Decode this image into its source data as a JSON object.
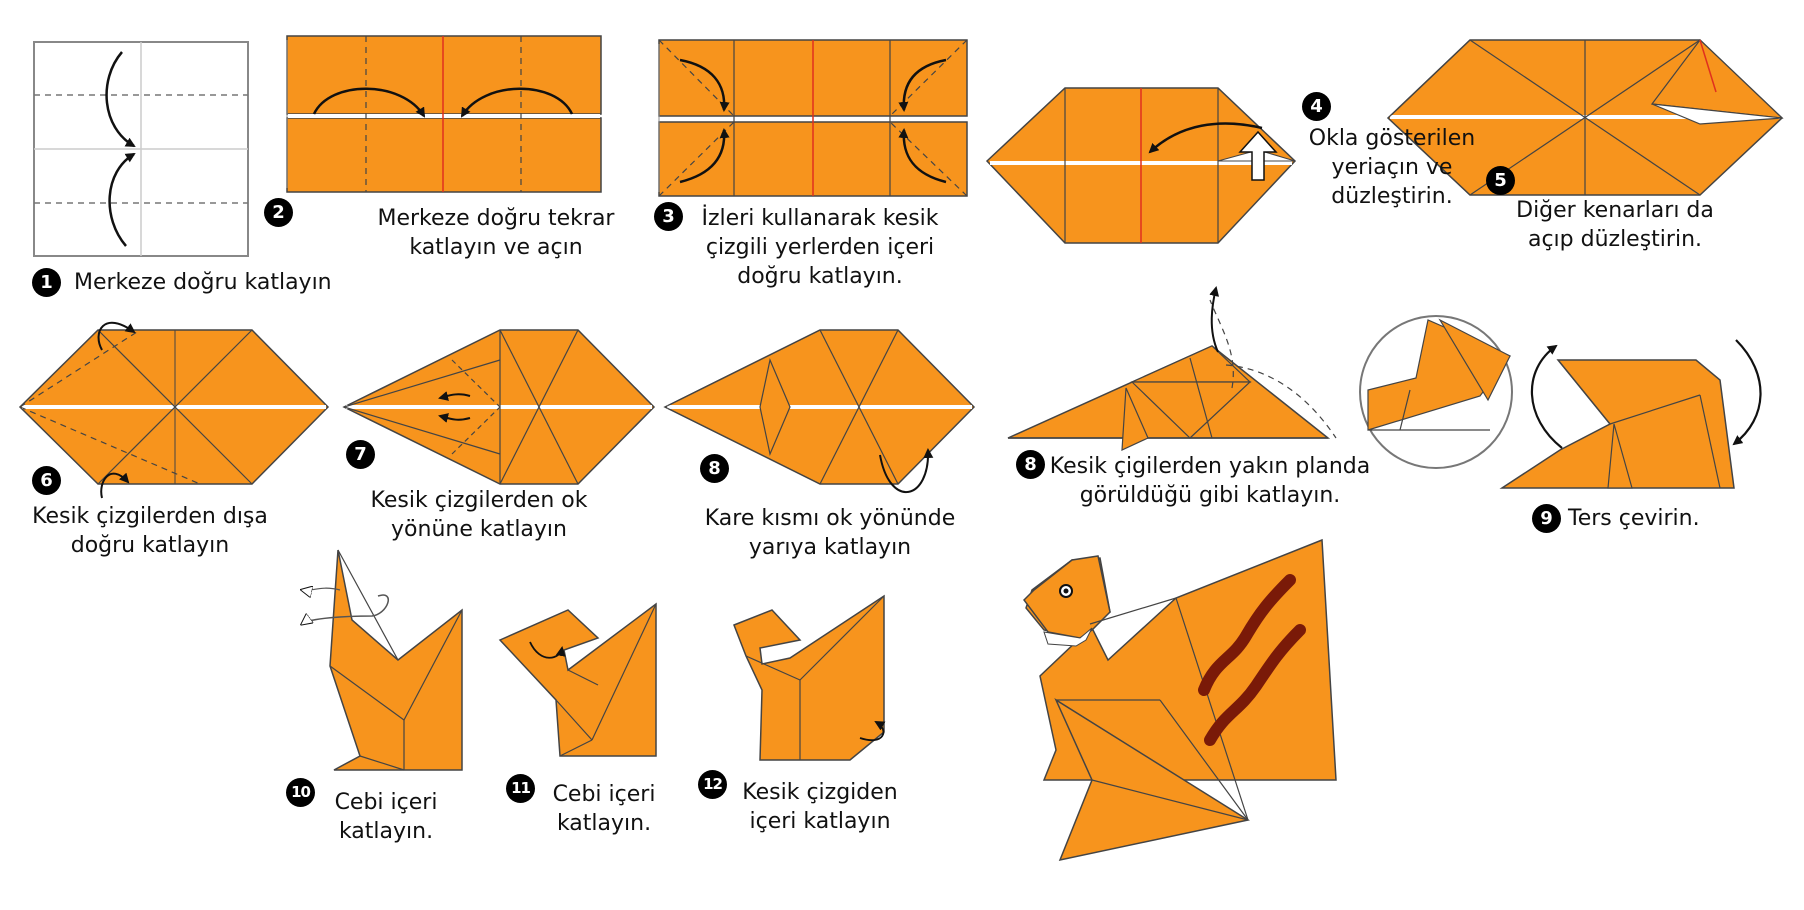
{
  "colors": {
    "paper": "#f7941d",
    "fold_line": "#333333",
    "crease": "#e0301e",
    "stripe": "#7a1a08",
    "arrow": "#111111"
  },
  "steps": [
    {
      "number": "1",
      "caption": [
        "Merkeze doğru katlayın"
      ]
    },
    {
      "number": "2",
      "caption": [
        "Merkeze doğru tekrar",
        "katlayın ve açın"
      ]
    },
    {
      "number": "3",
      "caption": [
        "İzleri kullanarak kesik",
        "çizgili yerlerden içeri",
        "doğru katlayın."
      ]
    },
    {
      "number": "4",
      "caption": [
        "Okla gösterilen",
        "yeriaçın ve",
        "düzleştirin."
      ]
    },
    {
      "number": "5",
      "caption": [
        "Diğer kenarları da",
        "açıp düzleştirin."
      ]
    },
    {
      "number": "6",
      "caption": [
        "Kesik çizgilerden dışa",
        "doğru katlayın"
      ]
    },
    {
      "number": "7",
      "caption": [
        "Kesik çizgilerden ok",
        "yönüne katlayın"
      ]
    },
    {
      "number": "8",
      "caption": [
        "Kare kısmı ok yönünde",
        "yarıya katlayın"
      ]
    },
    {
      "number": "8",
      "caption": [
        "Kesik çigilerden yakın planda",
        "görüldüğü gibi katlayın."
      ]
    },
    {
      "number": "9",
      "caption": [
        "Ters çevirin."
      ]
    },
    {
      "number": "10",
      "caption": [
        "Cebi içeri",
        "katlayın."
      ]
    },
    {
      "number": "11",
      "caption": [
        "Cebi içeri",
        "katlayın."
      ]
    },
    {
      "number": "12",
      "caption": [
        "Kesik çizgiden",
        "içeri katlayın"
      ]
    }
  ]
}
